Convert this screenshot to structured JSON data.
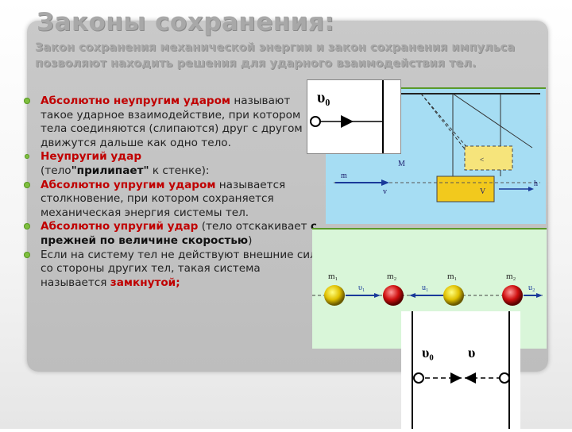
{
  "title": "Законы сохранения:",
  "intro": "Закон сохранения механической энергии и закон сохранения импульса позволяют находить решения для ударного взаимодействия тел.",
  "bullets": [
    {
      "term": "Абсолютно неупругим ударом",
      "rest": "называют такое ударное взаимодействие, при котором тела соединяются (слипаются) друг с другом и движутся дальше как одно тело."
    },
    {
      "term": "Неупругий удар",
      "pre": "(тело",
      "strong": "\"прилипает\"",
      "post": " к стенке):"
    },
    {
      "term": "Абсолютно упругим ударом",
      "rest": "называется столкновение, при котором сохраняется механическая энергия системы тел."
    },
    {
      "term": "Абсолютно упругий удар",
      "pre": "(тело отскакивает ",
      "strong": "с прежней по величине скоростью",
      "post": ")"
    },
    {
      "pre": "Если на систему тел не действуют внешние силы со стороны других тел, такая система называется",
      "term": "замкнутой;"
    }
  ],
  "figures": {
    "pendulum": {
      "m": "m",
      "M": "M",
      "v": "v",
      "V": "V",
      "h": "h",
      "block_label": "<"
    },
    "v0_box": {
      "v0": "υ₀"
    },
    "collision": {
      "m1": "m₁",
      "m2": "m₂",
      "v1": "υ₁",
      "u1": "u₁",
      "u2": "u₂"
    },
    "wall": {
      "v0": "υ₀",
      "v": "υ"
    }
  }
}
